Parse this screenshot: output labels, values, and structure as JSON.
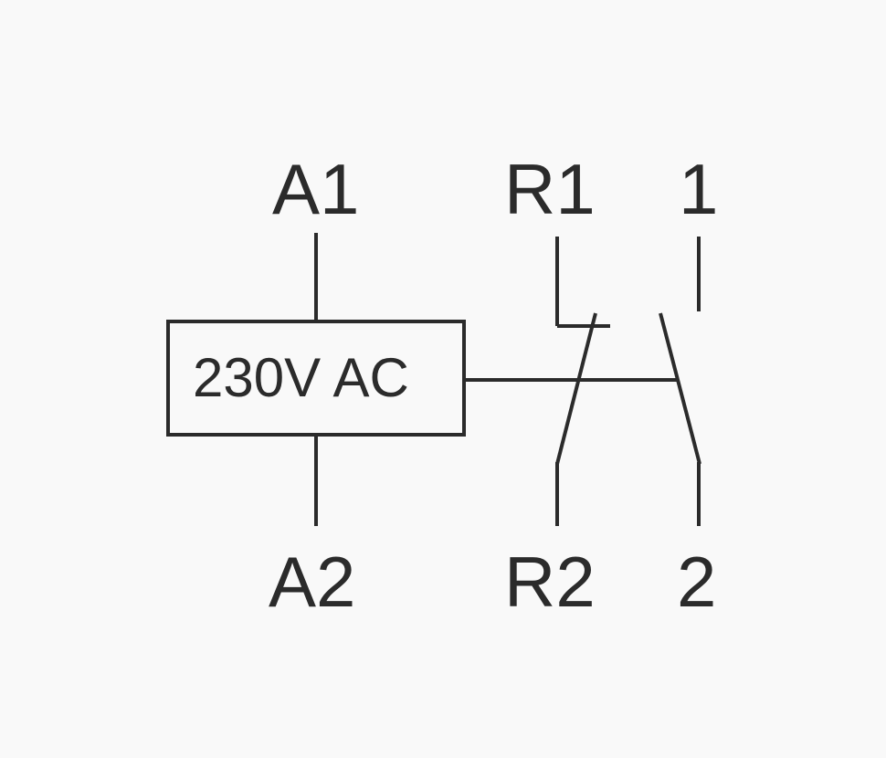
{
  "terminals": {
    "a1": "A1",
    "a2": "A2",
    "r1": "R1",
    "r2": "R2",
    "t1": "1",
    "t2": "2"
  },
  "coil": {
    "rating": "230V AC"
  },
  "colors": {
    "line": "#2b2b2b",
    "background": "#f9f9f9"
  }
}
